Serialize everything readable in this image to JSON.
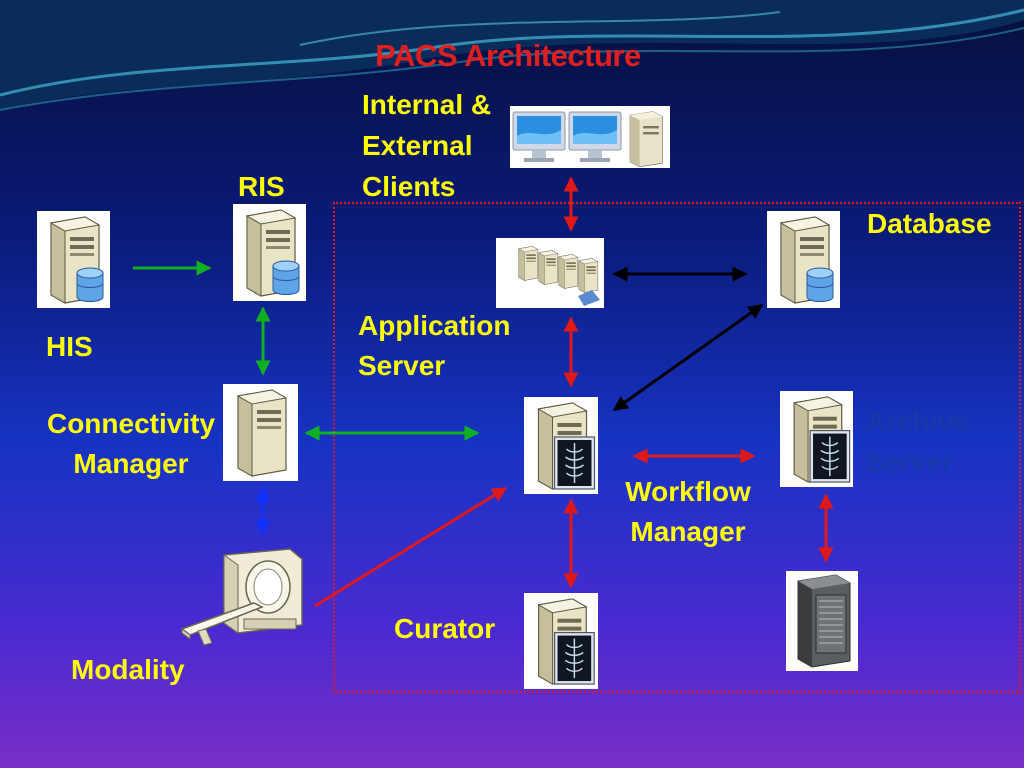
{
  "title": "PACS Architecture",
  "labels": {
    "internal_clients": [
      "Internal &",
      "External",
      "Clients"
    ],
    "ris": "RIS",
    "database": "Database",
    "his": "HIS",
    "application_server": [
      "Application",
      "Server"
    ],
    "connectivity_manager": [
      "Connectivity",
      "Manager"
    ],
    "archive_server": [
      "Archive",
      "Server"
    ],
    "workflow_manager": [
      "Workflow",
      "Manager"
    ],
    "curator": "Curator",
    "modality": "Modality"
  },
  "colors": {
    "title": "#e02020",
    "label": "#ffff00",
    "label_dim": "#1638a8",
    "arrow_green": "#10b020",
    "arrow_red": "#e01818",
    "arrow_black": "#000000",
    "arrow_blue": "#1030ff",
    "region_border": "#e01818"
  },
  "icons": [
    "server-db-icon",
    "server-icon",
    "server-rack-icon",
    "monitor-icon",
    "xray-workstation-icon",
    "storage-cabinet-icon",
    "ct-scanner-icon"
  ]
}
